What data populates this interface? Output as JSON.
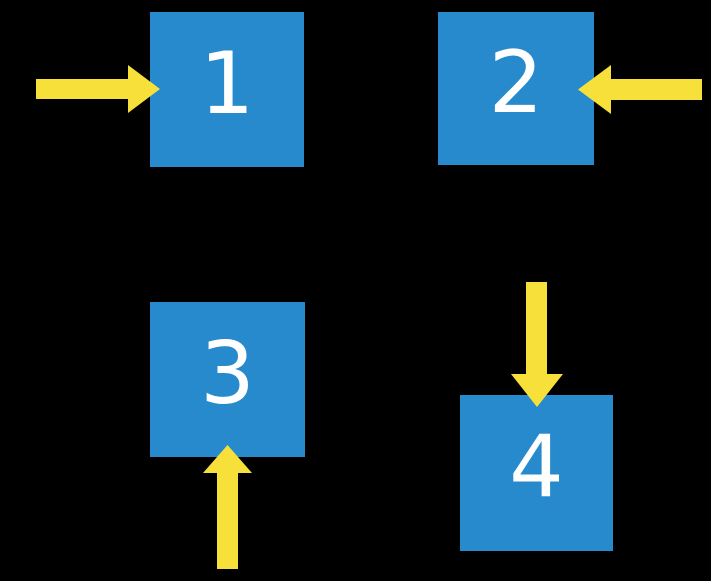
{
  "diagram": {
    "description": "Four numbered squares each pointed at by an arrow",
    "background_color": "#000000",
    "colors": {
      "box": "#268ACD",
      "arrow": "#F7E03A",
      "label": "#FFFFFF"
    },
    "boxes": [
      {
        "label": "1",
        "arrow_direction": "right",
        "arrow_enters_side": "left"
      },
      {
        "label": "2",
        "arrow_direction": "left",
        "arrow_enters_side": "right"
      },
      {
        "label": "3",
        "arrow_direction": "up",
        "arrow_enters_side": "bottom"
      },
      {
        "label": "4",
        "arrow_direction": "down",
        "arrow_enters_side": "top"
      }
    ]
  }
}
